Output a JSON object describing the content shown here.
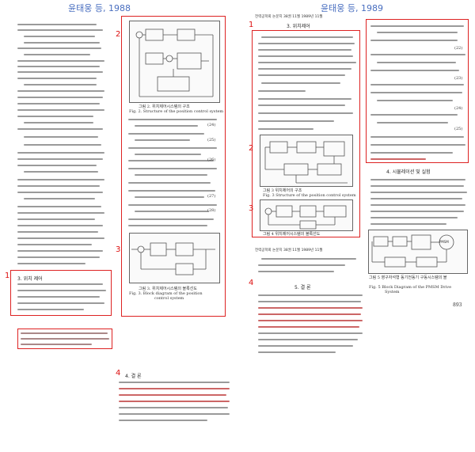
{
  "headers": {
    "left": "윤태웅 등, 1988",
    "right": "윤태웅 등, 1989"
  },
  "journal_line": "전력공학회 논문지 38권 11월 1989년 11월",
  "markers": [
    "1",
    "2",
    "3",
    "4"
  ],
  "sections": {
    "position_control": "3. 위치제어",
    "simulation": "4. 시뮬레이션 및 실험",
    "conclusion": "5. 결 론",
    "conclusion_left": "4. 결 론",
    "position_control_left": "3. 위치 제어"
  },
  "captions": {
    "fig2_left_ko": "그림 2.   위치제어시스템의 구조",
    "fig2_left_en": "Fig. 2.  Structure of the position control system",
    "fig3_left_ko": "그림 3.   위치제어시스템의 블록선도",
    "fig3_left_en": "Fig. 3.  Block diagram of the position",
    "fig3_left_en2": "control system",
    "fig3_right_ko": "그림 3   위치제어의 구조",
    "fig3_right_en": "Fig. 3   Structure of the position control system",
    "fig4_right_ko": "그림 4   위치제어시스템의 블록선도",
    "fig4_right_en": "Fig. 4   Block diagram of the position control",
    "fig4_right_en2": "system",
    "fig5_right_ko": "그림 5   영구자석형 동기전동기 구동시스템의 블",
    "fig5_right_ko2": "록선도",
    "fig5_right_en": "Fig. 5   Block Diagram of the PMSM Drive",
    "fig5_right_en2": "System",
    "pmsm": "PMSM"
  },
  "equations": {
    "e1": "(24)",
    "e2": "(25)",
    "e3": "(26)",
    "e4": "(27)",
    "e5": "(28)"
  },
  "page_number": "893"
}
